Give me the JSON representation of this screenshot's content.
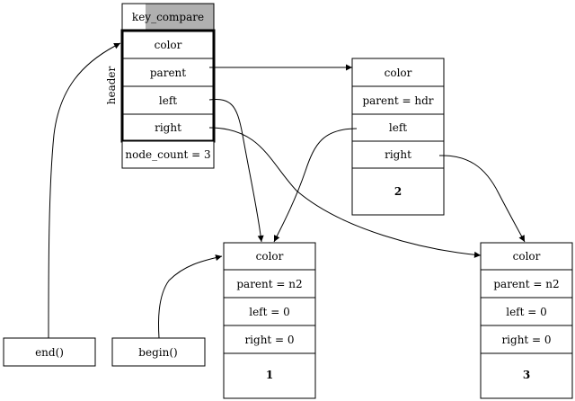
{
  "tree": {
    "key_compare_label": "key_compare",
    "header_label": "header",
    "header_fields": {
      "color": "color",
      "parent": "parent",
      "left": "left",
      "right": "right"
    },
    "node_count": "node_count = 3",
    "node2": {
      "color": "color",
      "parent": "parent = hdr",
      "left": "left",
      "right": "right",
      "id": "2"
    },
    "node1": {
      "color": "color",
      "parent": "parent = n2",
      "left": "left = 0",
      "right": "right = 0",
      "id": "1"
    },
    "node3": {
      "color": "color",
      "parent": "parent = n2",
      "left": "left = 0",
      "right": "right = 0",
      "id": "3"
    },
    "end_label": "end()",
    "begin_label": "begin()"
  },
  "colors": {
    "key_compare_fill": "#b0b0b0",
    "stroke": "#000000",
    "background": "#ffffff"
  }
}
